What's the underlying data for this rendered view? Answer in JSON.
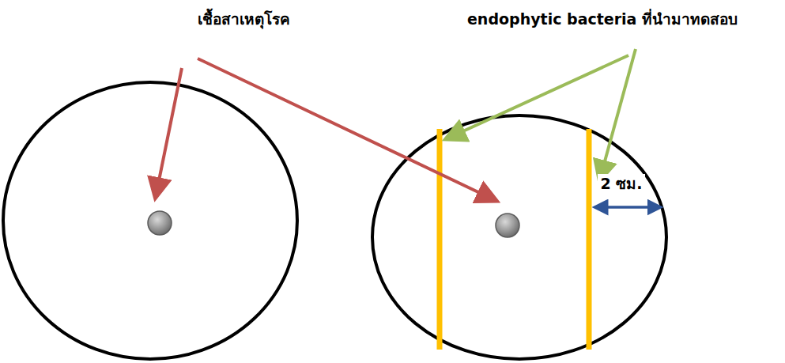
{
  "diagram": {
    "labels": [
      "เชื้อสาเหตุโรค",
      "endophytic bacteria ที่นำมาทดสอบ",
      "2 ซม."
    ]
  }
}
